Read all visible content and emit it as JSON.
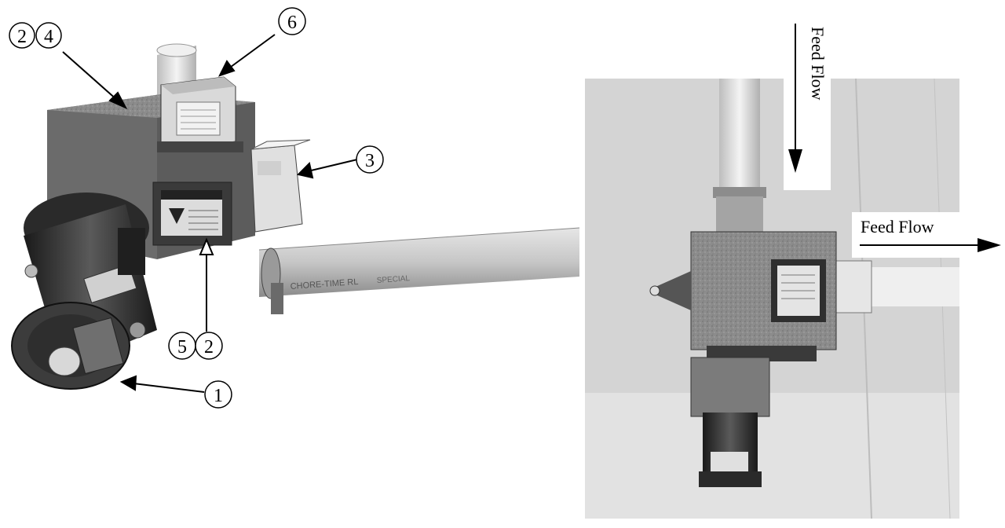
{
  "callouts": {
    "c2a": "2",
    "c4": "4",
    "c6": "6",
    "c3": "3",
    "c5": "5",
    "c2b": "2",
    "c1": "1"
  },
  "flow": {
    "vertical_label": "Feed Flow",
    "horizontal_label": "Feed Flow"
  }
}
